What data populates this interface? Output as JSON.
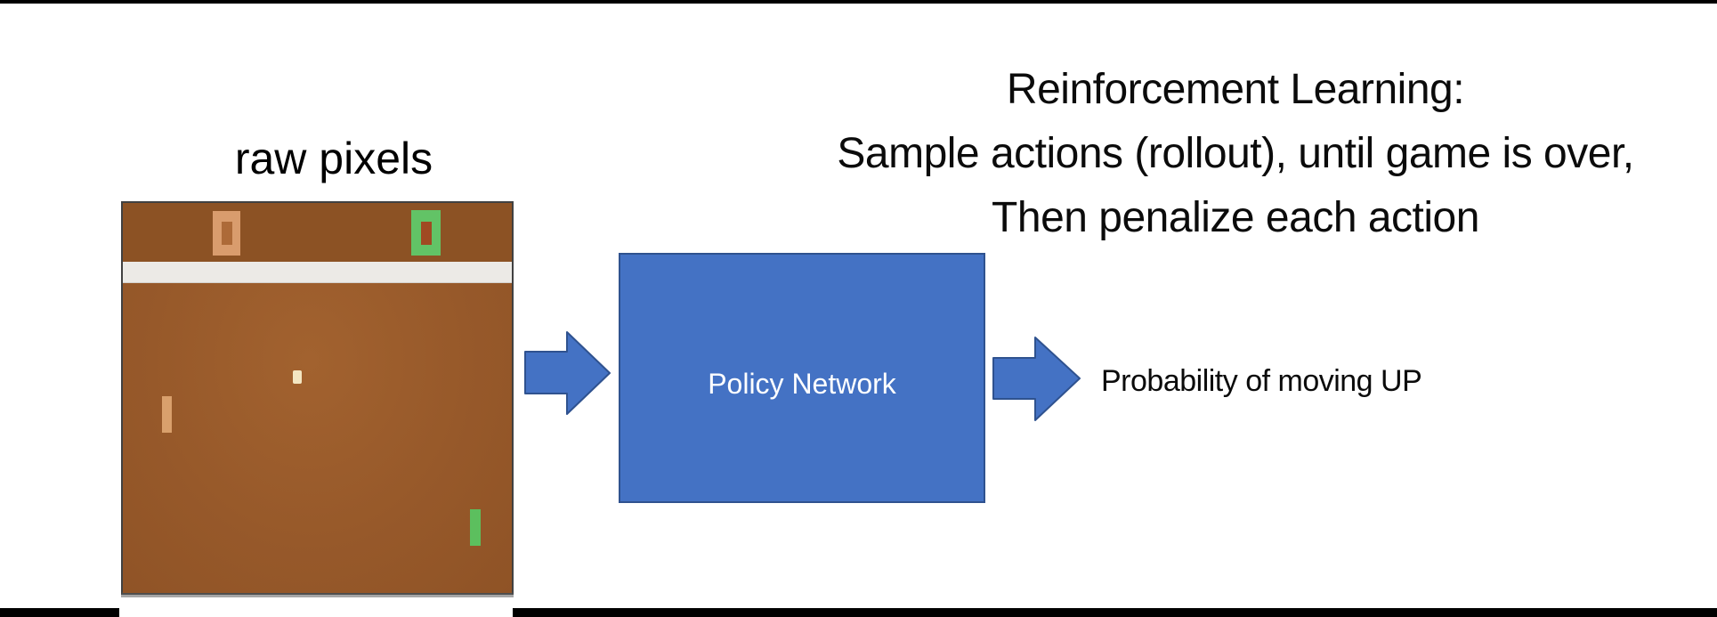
{
  "title": {
    "lines": [
      "Reinforcement Learning:",
      "Sample actions (rollout), until game is over,",
      "Then penalize each action"
    ]
  },
  "diagram": {
    "input_label": "raw pixels",
    "policy_box_label": "Policy Network",
    "output_label": "Probability of moving UP"
  },
  "game_screen": {
    "left_score": "0",
    "right_score": "0"
  },
  "colors": {
    "shape_fill": "#4472c4",
    "shape_border": "#2f528f",
    "game_field": "#9a5b2b",
    "game_score_band": "#8c5224",
    "game_divider_bar": "#eceae6",
    "left_player": "#d9a06c",
    "right_player": "#5cbf5e",
    "ball": "#f3e6c2",
    "letterbox": "#000000",
    "title_text": "#0b0b0b"
  }
}
